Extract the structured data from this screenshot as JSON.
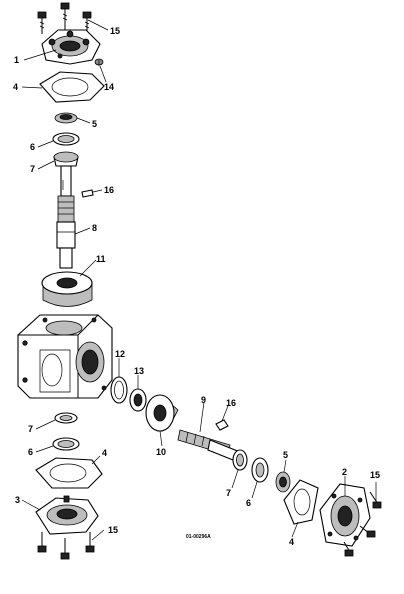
{
  "diagram": {
    "drawing_number": "01-00296A",
    "callouts": [
      {
        "id": "c15a",
        "label": "15"
      },
      {
        "id": "c1a",
        "label": "1"
      },
      {
        "id": "c14",
        "label": "14"
      },
      {
        "id": "c4a",
        "label": "4"
      },
      {
        "id": "c5a",
        "label": "5"
      },
      {
        "id": "c6a",
        "label": "6"
      },
      {
        "id": "c7a",
        "label": "7"
      },
      {
        "id": "c16a",
        "label": "16"
      },
      {
        "id": "c8",
        "label": "8"
      },
      {
        "id": "c11",
        "label": "11"
      },
      {
        "id": "c12",
        "label": "12"
      },
      {
        "id": "c13",
        "label": "13"
      },
      {
        "id": "c9",
        "label": "9"
      },
      {
        "id": "c16b",
        "label": "16"
      },
      {
        "id": "c10",
        "label": "10"
      },
      {
        "id": "c7b",
        "label": "7"
      },
      {
        "id": "c6b",
        "label": "6"
      },
      {
        "id": "c4b",
        "label": "4"
      },
      {
        "id": "c7c",
        "label": "7"
      },
      {
        "id": "c6c",
        "label": "6"
      },
      {
        "id": "c5b",
        "label": "5"
      },
      {
        "id": "c2",
        "label": "2"
      },
      {
        "id": "c15b",
        "label": "15"
      },
      {
        "id": "c4c",
        "label": "4"
      },
      {
        "id": "c3",
        "label": "3"
      },
      {
        "id": "c15c",
        "label": "15"
      }
    ]
  }
}
